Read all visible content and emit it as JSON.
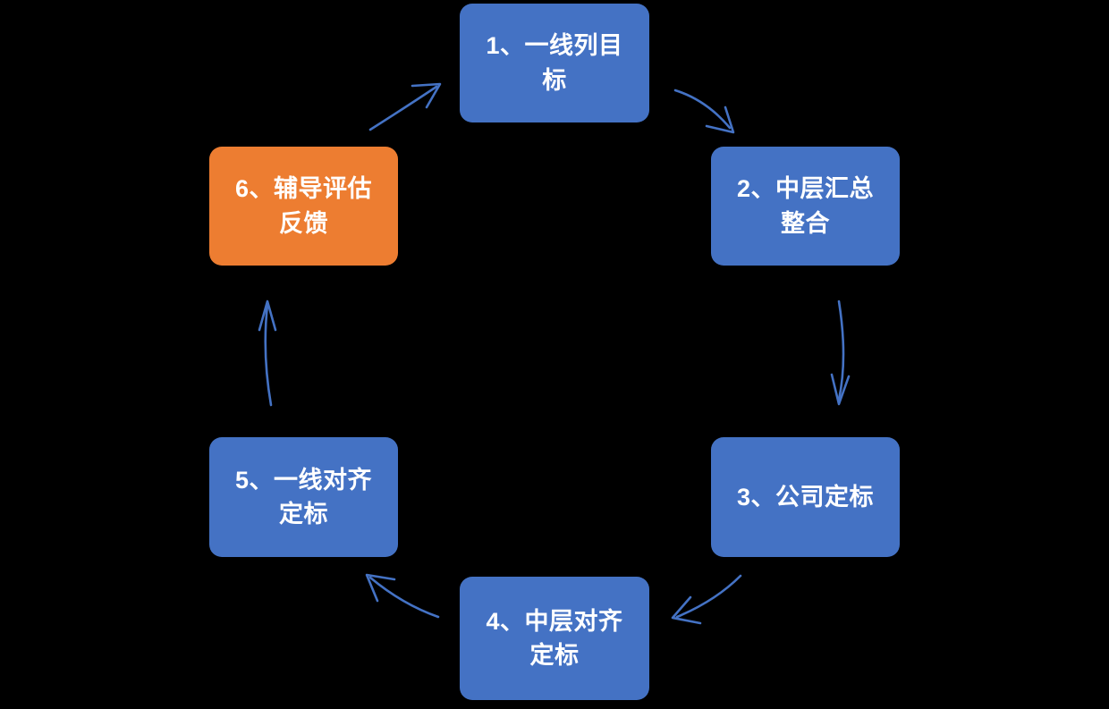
{
  "diagram": {
    "type": "cycle-flow",
    "background_color": "#000000",
    "node_blue": "#4472C4",
    "node_orange": "#ED7D31",
    "text_color": "#FFFFFF",
    "arrow_color": "#4472C4",
    "nodes": [
      {
        "id": "node-1",
        "label": "1、一线列目标",
        "color": "#4472C4",
        "order": 1
      },
      {
        "id": "node-2",
        "label": "2、中层汇总整合",
        "color": "#4472C4",
        "order": 2
      },
      {
        "id": "node-3",
        "label": "3、公司定标",
        "color": "#4472C4",
        "order": 3
      },
      {
        "id": "node-4",
        "label": "4、中层对齐定标",
        "color": "#4472C4",
        "order": 4
      },
      {
        "id": "node-5",
        "label": "5、一线对齐定标",
        "color": "#4472C4",
        "order": 5
      },
      {
        "id": "node-6",
        "label": "6、辅导评估反馈",
        "color": "#ED7D31",
        "order": 6
      }
    ],
    "connectors": [
      {
        "id": "arrow-1-to-2",
        "from": "node-1",
        "to": "node-2"
      },
      {
        "id": "arrow-2-to-3",
        "from": "node-2",
        "to": "node-3"
      },
      {
        "id": "arrow-3-to-4",
        "from": "node-3",
        "to": "node-4"
      },
      {
        "id": "arrow-4-to-5",
        "from": "node-4",
        "to": "node-5"
      },
      {
        "id": "arrow-5-to-6",
        "from": "node-5",
        "to": "node-6"
      },
      {
        "id": "arrow-6-to-1",
        "from": "node-6",
        "to": "node-1"
      }
    ]
  }
}
